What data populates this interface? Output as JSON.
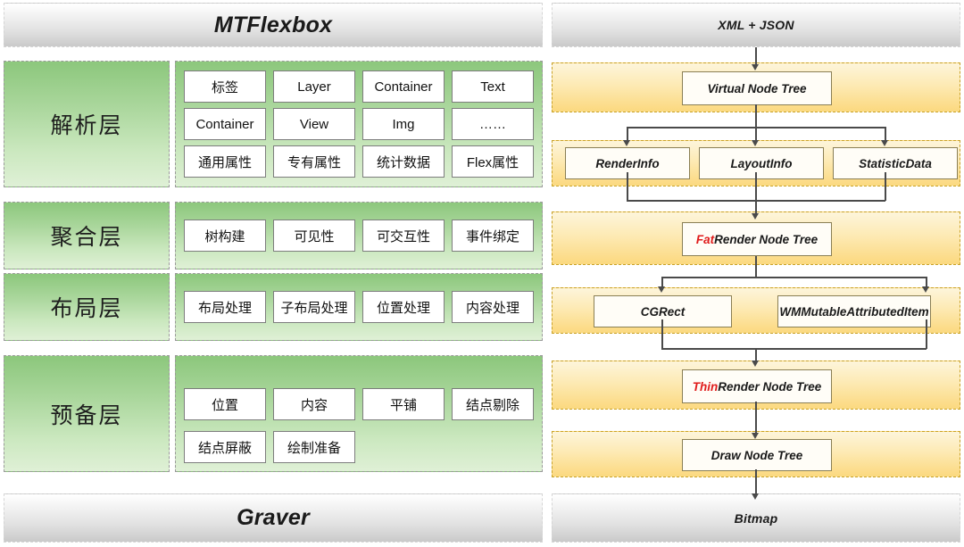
{
  "left": {
    "header": "MTFlexbox",
    "footer": "Graver",
    "rows": [
      {
        "label": "解析层",
        "items": [
          "标签",
          "Layer",
          "Container",
          "Text",
          "Container",
          "View",
          "Img",
          "……",
          "通用属性",
          "专有属性",
          "统计数据",
          "Flex属性"
        ]
      },
      {
        "label": "聚合层",
        "items": [
          "树构建",
          "可见性",
          "可交互性",
          "事件绑定"
        ]
      },
      {
        "label": "布局层",
        "items": [
          "布局处理",
          "子布局处理",
          "位置处理",
          "内容处理"
        ]
      },
      {
        "label": "预备层",
        "items": [
          "位置",
          "内容",
          "平铺",
          "结点剔除",
          "结点屏蔽",
          "绘制准备"
        ]
      }
    ]
  },
  "right": {
    "header": "XML + JSON",
    "footer": "Bitmap",
    "nodes": {
      "virtual_node_tree": "Virtual Node Tree",
      "render_info": "RenderInfo",
      "layout_info": "LayoutInfo",
      "statistic_data": "StatisticData",
      "fat_prefix": "Fat",
      "fat_rest": " Render Node Tree",
      "cgrect": "CGRect",
      "wm_item": "WMMutableAttributedItem",
      "thin_prefix": "Thin",
      "thin_rest": " Render Node Tree",
      "draw_node_tree": "Draw Node Tree"
    }
  },
  "colors": {
    "green_top": "#8cc77c",
    "green_bottom": "#dff0d6",
    "yellow_top": "#fdf5db",
    "yellow_bottom": "#fbd97f",
    "highlight_red": "#e01b1b",
    "grey_bar": "#cfcfcf",
    "line": "#4a4a4a"
  }
}
